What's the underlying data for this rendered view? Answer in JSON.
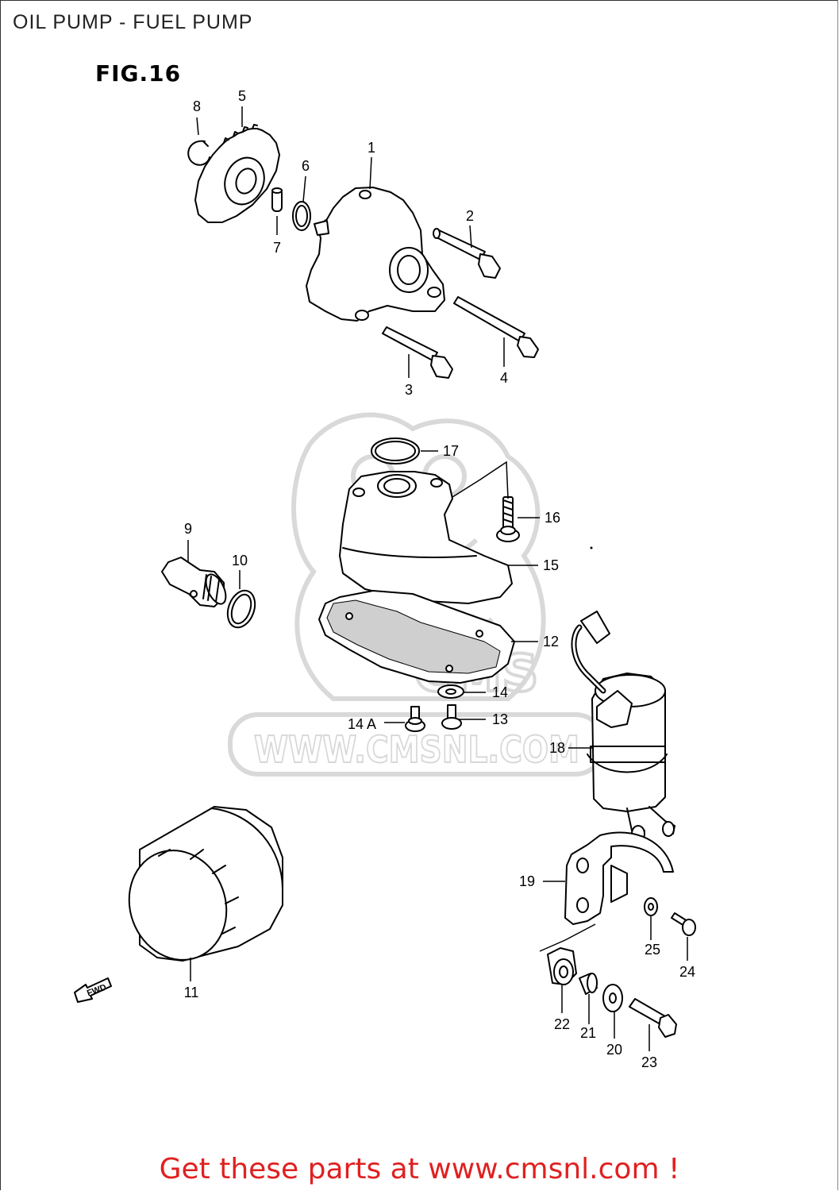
{
  "header": {
    "title": "OIL PUMP - FUEL PUMP"
  },
  "figure": {
    "label": "FIG.16"
  },
  "watermark": {
    "text": "WWW.CMSNL.COM",
    "badge": "CMS"
  },
  "callouts": {
    "c1": "1",
    "c2": "2",
    "c3": "3",
    "c4": "4",
    "c5": "5",
    "c6": "6",
    "c7": "7",
    "c8": "8",
    "c9": "9",
    "c10": "10",
    "c11": "11",
    "c12": "12",
    "c13": "13",
    "c14": "14",
    "c14a": "14 A",
    "c15": "15",
    "c16": "16",
    "c17": "17",
    "c18": "18",
    "c19": "19",
    "c20": "20",
    "c21": "21",
    "c22": "22",
    "c23": "23",
    "c24": "24",
    "c25": "25"
  },
  "fwd_arrow": {
    "label": "FWD"
  },
  "footer": {
    "cta": "Get these parts at www.cmsnl.com !"
  },
  "colors": {
    "ink": "#000000",
    "footer": "#e02020",
    "watermark": "#d8d8d8"
  }
}
